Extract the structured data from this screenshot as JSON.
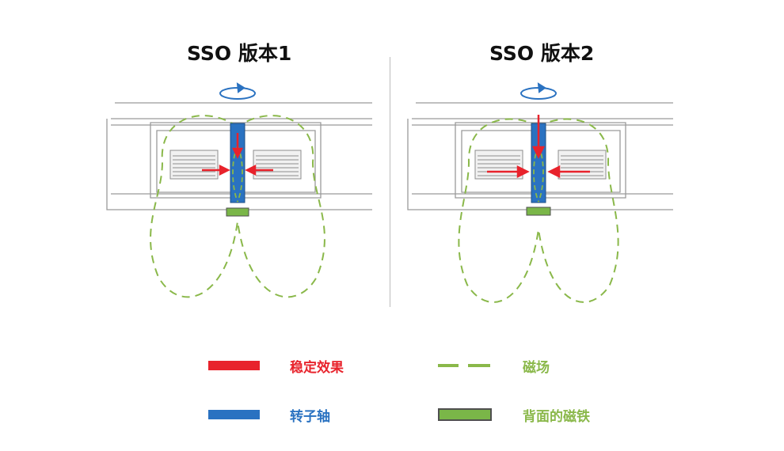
{
  "titles": {
    "left": "SSO 版本1",
    "right": "SSO 版本2"
  },
  "legend": [
    {
      "label": "稳定效果",
      "swatch": "red-bar",
      "color": "#e8232c"
    },
    {
      "label": "磁场",
      "swatch": "green-dashed",
      "color": "#8ab84a"
    },
    {
      "label": "转子轴",
      "swatch": "blue-bar",
      "color": "#2a72c1"
    },
    {
      "label": "背面的磁铁",
      "swatch": "green-box",
      "color": "#7ab648"
    }
  ],
  "colors": {
    "stabilizing": "#e8232c",
    "field": "#8ab84a",
    "rotor": "#2a72c1",
    "magnet": "#7ab648",
    "rotation": "#2a72c1",
    "housing": "#9a9a9a"
  }
}
